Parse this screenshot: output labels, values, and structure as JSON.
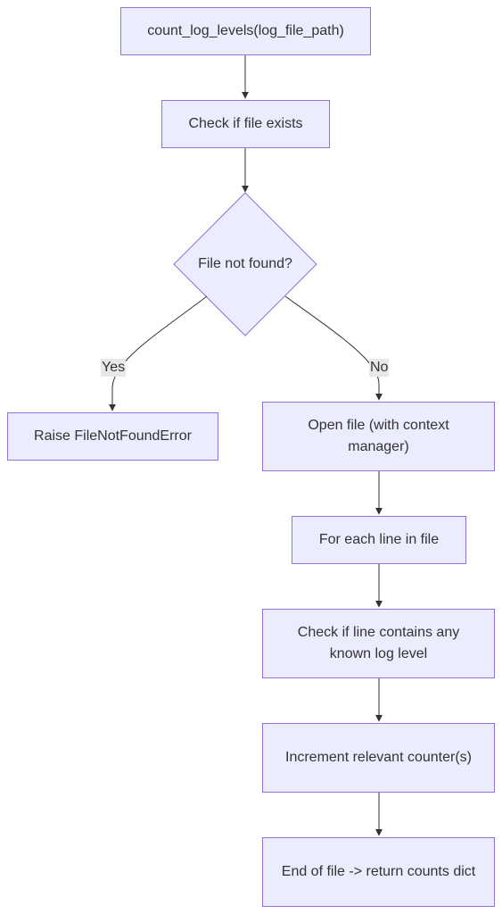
{
  "nodes": {
    "start": "count_log_levels(log_file_path)",
    "check_exists": "Check if file exists",
    "not_found": "File not found?",
    "raise_error": "Raise FileNotFoundError",
    "open_file": "Open file (with context manager)",
    "for_each_line": "For each line in file",
    "check_level": "Check if line contains any known log level",
    "increment": "Increment relevant counter(s)",
    "end": "End of file -> return counts dict"
  },
  "edges": {
    "yes": "Yes",
    "no": "No"
  },
  "colors": {
    "node_fill": "#ececff",
    "node_border": "#9370db",
    "edge": "#333333",
    "label_bg": "#e8e8e8"
  }
}
